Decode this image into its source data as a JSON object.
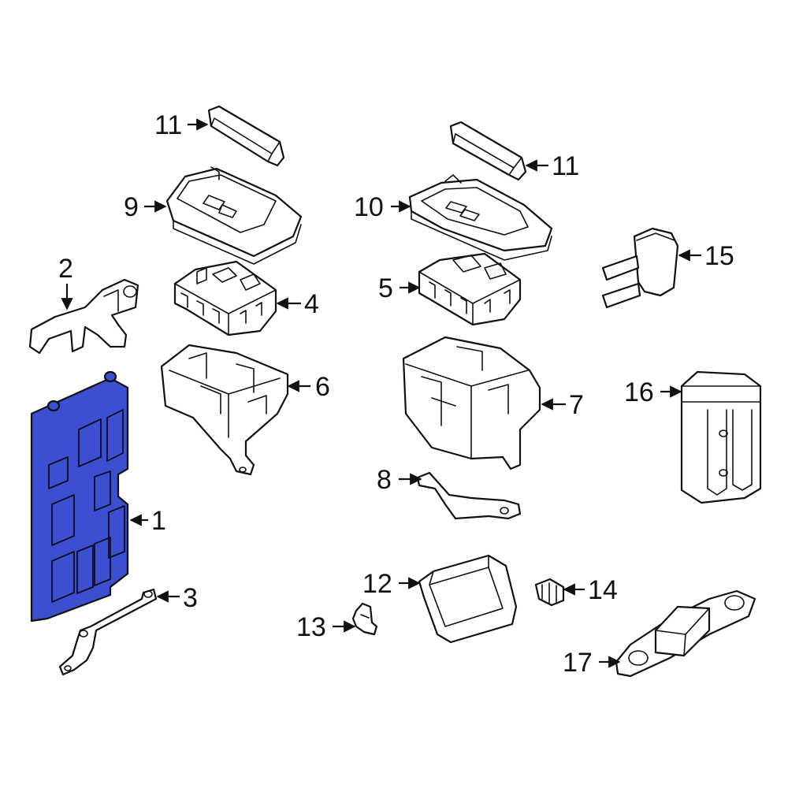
{
  "colors": {
    "highlight": "#3d4fd1",
    "line": "#111111",
    "background": "#ffffff"
  },
  "callouts": [
    {
      "id": "1",
      "label": "1"
    },
    {
      "id": "2",
      "label": "2"
    },
    {
      "id": "3",
      "label": "3"
    },
    {
      "id": "4",
      "label": "4"
    },
    {
      "id": "5",
      "label": "5"
    },
    {
      "id": "6",
      "label": "6"
    },
    {
      "id": "7",
      "label": "7"
    },
    {
      "id": "8",
      "label": "8"
    },
    {
      "id": "9",
      "label": "9"
    },
    {
      "id": "10",
      "label": "10"
    },
    {
      "id": "11a",
      "label": "11"
    },
    {
      "id": "11b",
      "label": "11"
    },
    {
      "id": "12",
      "label": "12"
    },
    {
      "id": "13",
      "label": "13"
    },
    {
      "id": "14",
      "label": "14"
    },
    {
      "id": "15",
      "label": "15"
    },
    {
      "id": "16",
      "label": "16"
    },
    {
      "id": "17",
      "label": "17"
    }
  ]
}
